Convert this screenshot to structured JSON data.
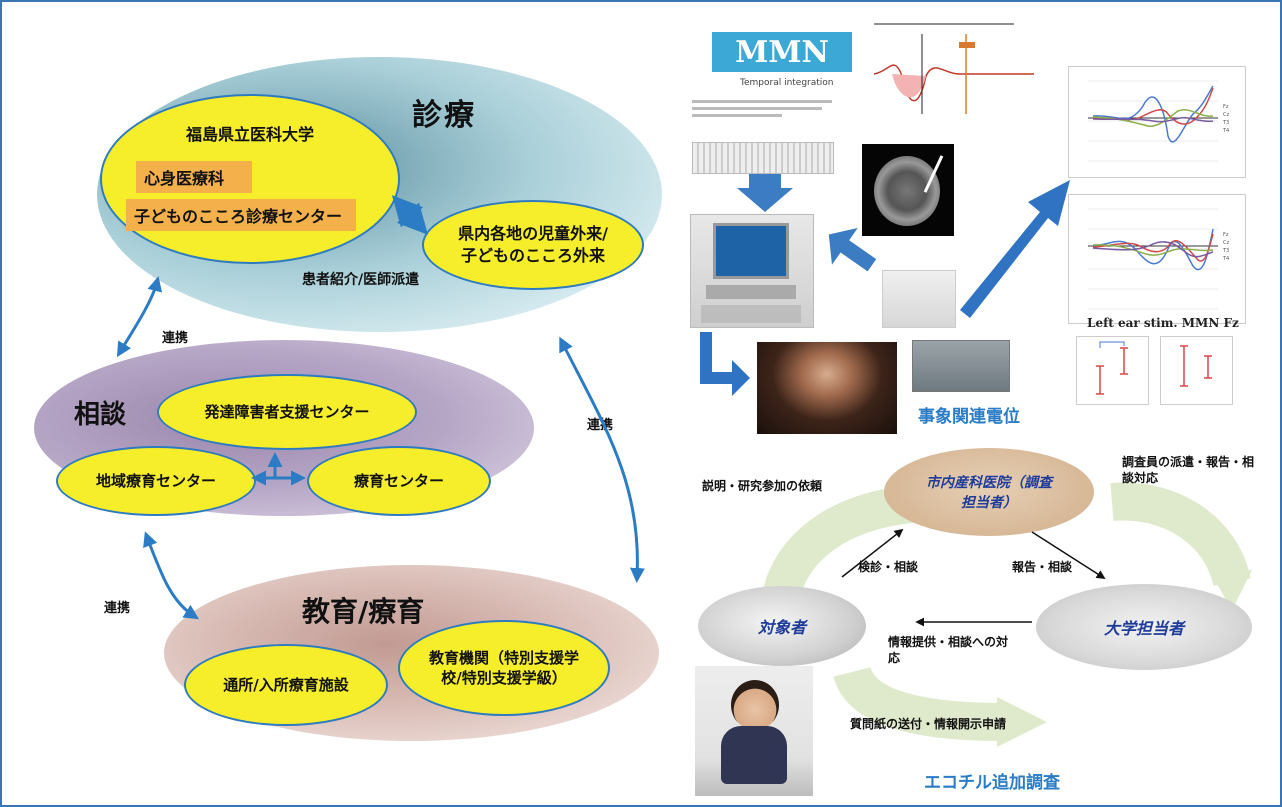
{
  "left": {
    "shinryo": {
      "title": "診療",
      "university": "福島県立医科大学",
      "dept1": "心身医療科",
      "dept2": "子どものこころ診療センター",
      "clinics": "県内各地の児童外来/子どものこころ外来",
      "referral": "患者紹介/医師派遣"
    },
    "soudan": {
      "title": "相談",
      "center1": "発達障害者支援センター",
      "center2": "地域療育センター",
      "center3": "療育センター"
    },
    "kyoiku": {
      "title": "教育/療育",
      "facility1": "通所/入所療育施設",
      "facility2": "教育機関（特別支援学校/特別支援学級）"
    },
    "link1": "連携",
    "link2": "連携",
    "link3": "連携"
  },
  "right": {
    "erp": {
      "mmn_title": "MMN",
      "mmn_subtitle": "Temporal integration",
      "plot_title": "Left ear stim. MMN Fz",
      "label": "事象関連電位"
    },
    "ecochil": {
      "hospital": "市内産科医院（調査担当者）",
      "subject": "対象者",
      "univ": "大学担当者",
      "explain": "説明・研究参加の依頼",
      "dispatch": "調査員の派遣・報告・相談対応",
      "exam": "検診・相談",
      "report": "報告・相談",
      "info": "情報提供・相談への対応",
      "questionnaire": "質問紙の送付・情報開示申請",
      "label": "エコチル追加調査"
    }
  },
  "colors": {
    "yellow": "#f6ee2a",
    "frame": "#3a74b5",
    "arrow": "#2b7cc4",
    "label_blue": "#2a7cc7"
  }
}
